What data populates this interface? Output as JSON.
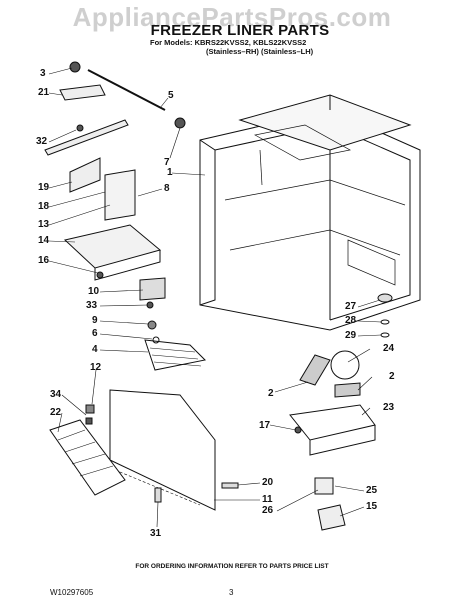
{
  "watermark": "AppliancePartsPros.com",
  "title": "FREEZER LINER PARTS",
  "models_line1": "For Models: KBRS22KVSS2, KBLS22KVSS2",
  "models_line2": "(Stainless–RH)   (Stainless–LH)",
  "callouts": [
    "3",
    "21",
    "5",
    "32",
    "7",
    "19",
    "1",
    "8",
    "18",
    "13",
    "14",
    "16",
    "10",
    "33",
    "9",
    "6",
    "4",
    "12",
    "34",
    "22",
    "27",
    "28",
    "29",
    "24",
    "2",
    "2",
    "23",
    "17",
    "20",
    "11",
    "26",
    "25",
    "15",
    "31"
  ],
  "footer": "FOR ORDERING INFORMATION REFER TO PARTS PRICE LIST",
  "doc_id": "W10297605",
  "page_number": "3"
}
